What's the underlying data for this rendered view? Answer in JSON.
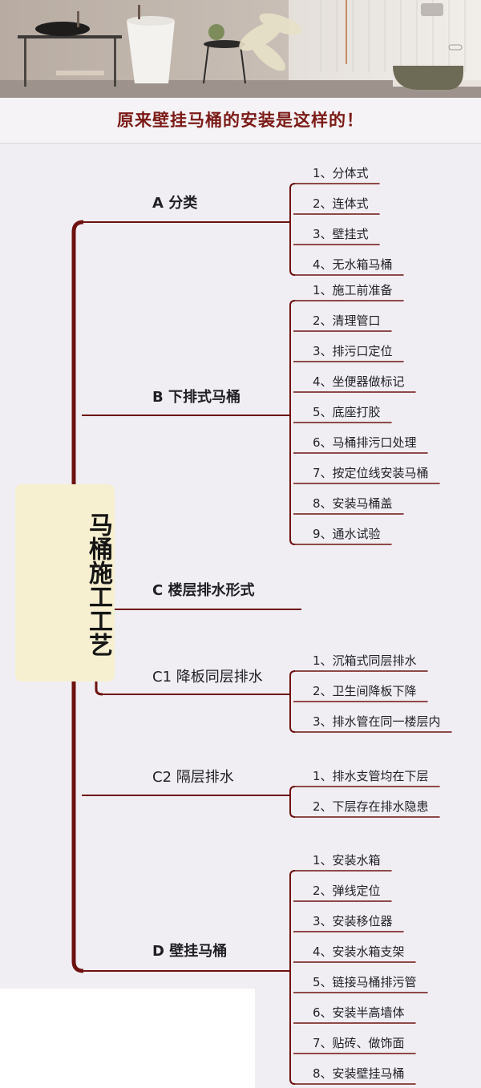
{
  "title": "原来壁挂马桶的安装是这样的！",
  "center": "马桶施工工艺",
  "colors": {
    "title": "#7b1a16",
    "line": "#6e1210",
    "node_fill": "#f6efd0",
    "background": "#f0eef3"
  },
  "branches": [
    {
      "label": "A 分类",
      "bold": true,
      "items": [
        "1、分体式",
        "2、连体式",
        "3、壁挂式",
        "4、无水箱马桶"
      ]
    },
    {
      "label": "B 下排式马桶",
      "bold": true,
      "items": [
        "1、施工前准备",
        "2、清理管口",
        "3、排污口定位",
        "4、坐便器做标记",
        "5、底座打胶",
        "6、马桶排污口处理",
        "7、按定位线安装马桶",
        "8、安装马桶盖",
        "9、通水试验"
      ]
    },
    {
      "label": "C 楼层排水形式",
      "bold": true,
      "items": []
    },
    {
      "label": "C1 降板同层排水",
      "bold": false,
      "items": [
        "1、沉箱式同层排水",
        "2、卫生间降板下降",
        "3、排水管在同一楼层内"
      ]
    },
    {
      "label": "C2 隔层排水",
      "bold": false,
      "items": [
        "1、排水支管均在下层",
        "2、下层存在排水隐患"
      ]
    },
    {
      "label": "D 壁挂马桶",
      "bold": true,
      "items": [
        "1、安装水箱",
        "2、弹线定位",
        "3、安装移位器",
        "4、安装水箱支架",
        "5、链接马桶排污管",
        "6、安装半高墙体",
        "7、贴砖、做饰面",
        "8、安装壁挂马桶"
      ]
    }
  ]
}
